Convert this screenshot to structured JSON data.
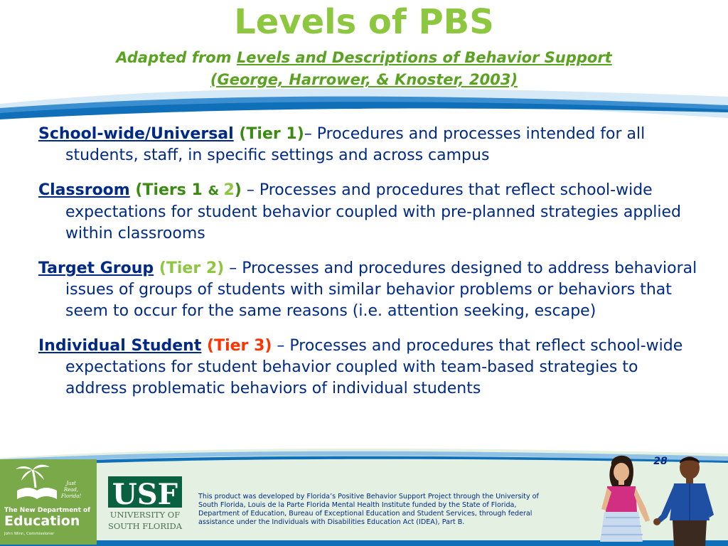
{
  "header": {
    "title": "Levels of PBS",
    "subtitle_prefix": "Adapted from ",
    "subtitle_source": "Levels and Descriptions of Behavior Support",
    "subtitle_citation": "(George, Harrower, & Knoster, 2003)"
  },
  "items": [
    {
      "term": "School-wide/Universal",
      "open_paren": " (",
      "tier_word": "Tier ",
      "tier_num": "1",
      "close_paren": ")",
      "description": "– Procedures and processes intended for all students, staff, in specific settings and across campus"
    },
    {
      "term": "Classroom",
      "open_paren": " (",
      "tier_word": "Tiers 1 ",
      "amp": "& ",
      "tier_num": "2",
      "close_paren": ")",
      "description": " – Processes and procedures that reflect school-wide expectations for student behavior coupled with pre-planned strategies applied within classrooms"
    },
    {
      "term": "Target Group",
      "open_paren": " (",
      "tier_word": "Tier ",
      "tier_num": "2",
      "close_paren": ")",
      "description": " – Processes and procedures designed to address behavioral issues of groups of students with similar behavior problems or behaviors that seem to occur for the same reasons (i.e. attention seeking, escape)"
    },
    {
      "term": "Individual Student",
      "open_paren": " (",
      "tier_word": "Tier ",
      "tier_num": "3",
      "close_paren": ")",
      "description": " – Processes and procedures that reflect school-wide expectations for student behavior coupled with team-based strategies to address problematic behaviors of individual students"
    }
  ],
  "footer": {
    "page_number": "28",
    "doe_logo": {
      "tagline": "Just Read, Florida!",
      "line1": "The New Department of",
      "line2": "Education",
      "line3": "John Winn, Commissioner"
    },
    "usf_logo": {
      "mark": "USF",
      "line1": "UNIVERSITY OF",
      "line2": "SOUTH FLORIDA"
    },
    "credit_lines": [
      "This product was developed by Florida’s Positive Behavior Support Project through the University of",
      "South Florida, Louis de la Parte Florida Mental Health Institute funded by the State of Florida,",
      "Department of Education, Bureau of Exceptional Education and Student Services, through federal",
      "assistance under the Individuals with Disabilities Education Act (IDEA), Part B."
    ]
  },
  "colors": {
    "title_green": "#8dc63f",
    "subtitle_green": "#5aa321",
    "body_navy": "#002a86",
    "tier1_green": "#3a8a14",
    "tier2_lime": "#8dc63f",
    "tier3_red": "#ff3300",
    "wave_blue": "#0f6fb8"
  }
}
